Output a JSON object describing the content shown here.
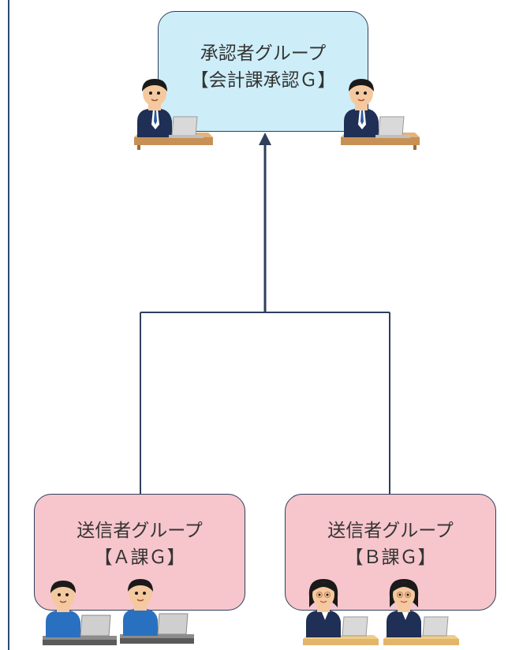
{
  "diagram": {
    "approver_group": {
      "title": "承認者グループ",
      "subtitle": "【会計課承認Ｇ】"
    },
    "sender_groups": [
      {
        "title": "送信者グループ",
        "subtitle": "【Ａ課Ｇ】"
      },
      {
        "title": "送信者グループ",
        "subtitle": "【Ｂ課Ｇ】"
      }
    ]
  },
  "colors": {
    "approver_fill": "#cdeef8",
    "sender_fill": "#f6c6cc",
    "connector": "#2f3f5c"
  },
  "icons": {
    "approver_people": [
      "businessman-laptop-icon",
      "businessman-laptop-icon"
    ],
    "sender_a_people": [
      "man-laptop-icon",
      "man-laptop-icon"
    ],
    "sender_b_people": [
      "woman-laptop-icon",
      "woman-laptop-icon"
    ]
  }
}
